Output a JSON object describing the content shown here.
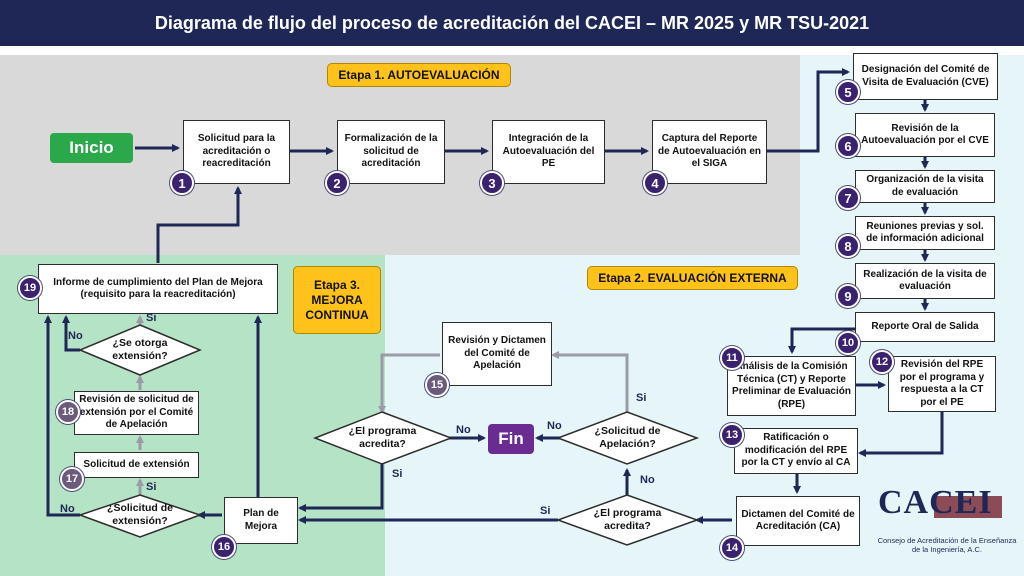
{
  "title": "Diagrama de flujo del proceso de acreditación del CACEI – MR 2025 y MR TSU-2021",
  "colors": {
    "navy": "#1f2757",
    "stage_yellow": "#ffc21a",
    "start_green": "#2aa84a",
    "end_purple": "#6b2c91",
    "zone1": "#d9d9d9",
    "zone2": "#e6f5f8",
    "zone3": "#b5e3c5",
    "step_purple": "#3b2270",
    "step_gray": "#6b5a7c"
  },
  "stages": {
    "stage1": "Etapa 1. AUTOEVALUACIÓN",
    "stage2": "Etapa 2. EVALUACIÓN EXTERNA",
    "stage3": "Etapa 3. MEJORA CONTINUA"
  },
  "start_label": "Inicio",
  "end_label": "Fin",
  "steps": {
    "s1": {
      "num": "1",
      "text": "Solicitud para la acreditación o reacreditación"
    },
    "s2": {
      "num": "2",
      "text": "Formalización de la solicitud de acreditación"
    },
    "s3": {
      "num": "3",
      "text": "Integración de la Autoevaluación del PE"
    },
    "s4": {
      "num": "4",
      "text": "Captura del Reporte de Autoevaluación en el SIGA"
    },
    "s5": {
      "num": "5",
      "text": "Designación del Comité de Visita de Evaluación (CVE)"
    },
    "s6": {
      "num": "6",
      "text": "Revisión de la Autoevaluación por el CVE"
    },
    "s7": {
      "num": "7",
      "text": "Organización de la visita de evaluación"
    },
    "s8": {
      "num": "8",
      "text": "Reuniones previas y sol. de información adicional"
    },
    "s9": {
      "num": "9",
      "text": "Realización de la visita de evaluación"
    },
    "s10": {
      "num": "10",
      "text": "Reporte Oral de Salida"
    },
    "s11": {
      "num": "11",
      "text": "Análisis de la Comisión Técnica (CT) y Reporte Preliminar de Evaluación (RPE)"
    },
    "s12": {
      "num": "12",
      "text": "Revisión del RPE por el programa y respuesta a la CT por el PE"
    },
    "s13": {
      "num": "13",
      "text": "Ratificación o modificación del RPE por la CT y envío al CA"
    },
    "s14": {
      "num": "14",
      "text": "Dictamen del Comité de Acreditación (CA)"
    },
    "s15": {
      "num": "15",
      "text": "Revisión y Dictamen del Comité de Apelación"
    },
    "s16": {
      "num": "16",
      "text": "Plan de Mejora"
    },
    "s17": {
      "num": "17",
      "text": "Solicitud de extensión"
    },
    "s18": {
      "num": "18",
      "text": "Revisión de solicitud de extensión por el Comité de Apelación"
    },
    "s19": {
      "num": "19",
      "text": "Informe de cumplimiento del Plan de Mejora (requisito para la reacreditación)"
    }
  },
  "decisions": {
    "d_acredita_ca": "¿El programa acredita?",
    "d_apelacion": "¿Solicitud de Apelación?",
    "d_acredita_apel": "¿El programa acredita?",
    "d_sol_extension": "¿Solicitud de extensión?",
    "d_otorga_extension": "¿Se otorga extensión?"
  },
  "edge_labels": {
    "si": "Si",
    "no": "No"
  },
  "logo": {
    "name": "CACEI",
    "subtitle_line1": "Consejo de Acreditación de la Enseñanza",
    "subtitle_line2": "de la Ingeniería, A.C."
  }
}
